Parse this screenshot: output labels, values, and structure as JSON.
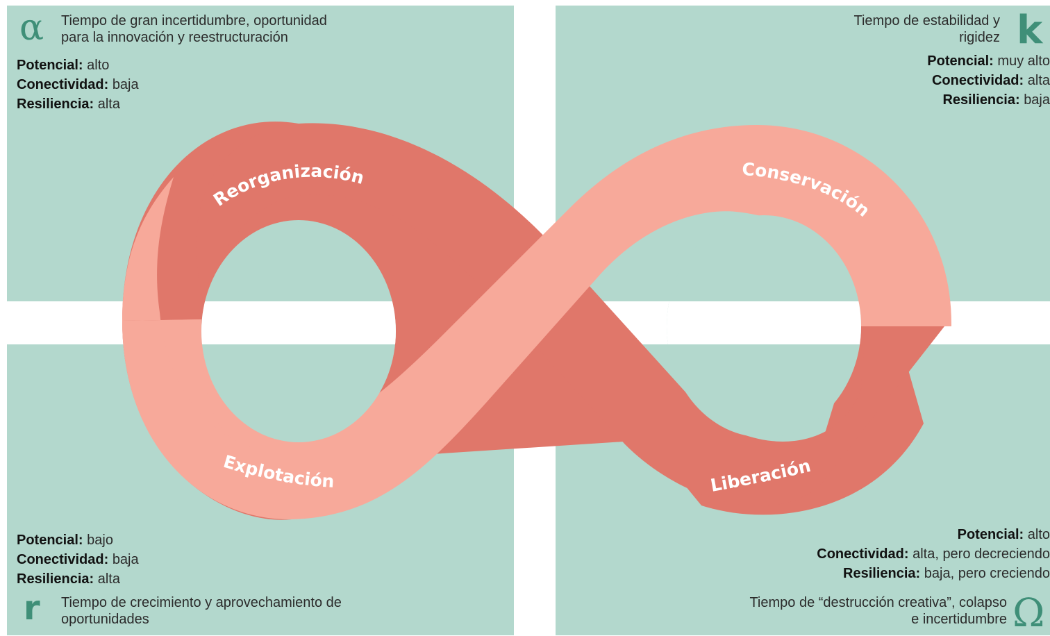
{
  "quadrants": {
    "alpha": {
      "symbol": "α",
      "description_line1": "Tiempo de gran incertidumbre, oportunidad",
      "description_line2": "para la innovación y reestructuración",
      "stats": [
        {
          "label": "Potencial:",
          "value": "alto"
        },
        {
          "label": "Conectividad:",
          "value": "baja"
        },
        {
          "label": "Resiliencia:",
          "value": "alta"
        }
      ]
    },
    "k": {
      "symbol": "k",
      "description_line1": "Tiempo de estabilidad y",
      "description_line2": "rigidez",
      "stats": [
        {
          "label": "Potencial:",
          "value": "muy alto"
        },
        {
          "label": "Conectividad:",
          "value": "alta"
        },
        {
          "label": "Resiliencia:",
          "value": "baja"
        }
      ]
    },
    "r": {
      "symbol": "r",
      "description_line1": "Tiempo de crecimiento y aprovechamiento de",
      "description_line2": "oportunidades",
      "stats": [
        {
          "label": "Potencial:",
          "value": "bajo"
        },
        {
          "label": "Conectividad:",
          "value": "baja"
        },
        {
          "label": "Resiliencia:",
          "value": "alta"
        }
      ]
    },
    "omega": {
      "symbol": "Ω",
      "description_line1": "Tiempo de “destrucción creativa”, colapso",
      "description_line2": "e incertidumbre",
      "stats": [
        {
          "label": "Potencial:",
          "value": "alto"
        },
        {
          "label": "Conectividad:",
          "value": "alta, pero decreciendo"
        },
        {
          "label": "Resiliencia:",
          "value": "baja, pero creciendo"
        }
      ]
    }
  },
  "loop": {
    "phases": [
      "Reorganización",
      "Conservación",
      "Explotación",
      "Liberación"
    ],
    "colors": {
      "dark": "#e0776a",
      "light": "#f7a99a",
      "panel": "#b3d8cd",
      "symbol": "#3f8f78"
    }
  }
}
